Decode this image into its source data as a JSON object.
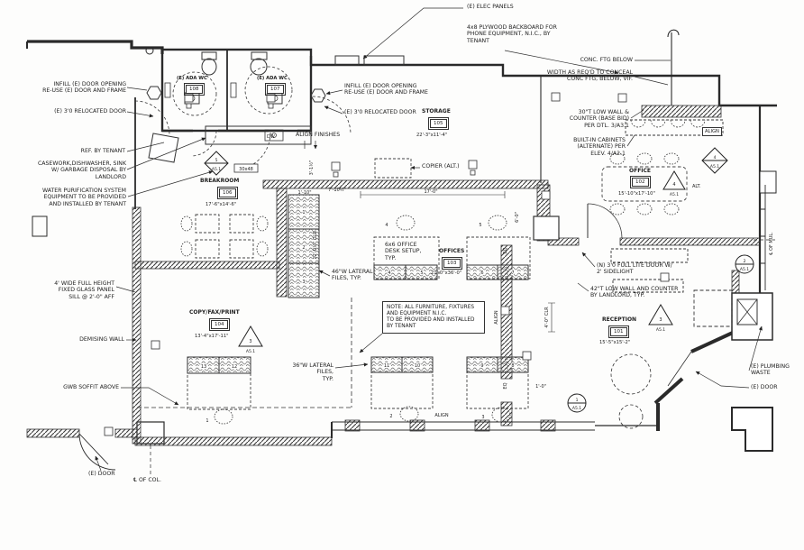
{
  "rooms": {
    "reception": {
      "name": "RECEPTION",
      "number": "101",
      "dims": "15'-5\"x15'-2\""
    },
    "office": {
      "name": "OFFICE",
      "number": "102",
      "dims": "15'-10\"x17'-10\""
    },
    "offices": {
      "name": "OFFICES",
      "number": "103",
      "dims": "21'-0\"x36'-0\""
    },
    "copy": {
      "name": "COPY/FAX/PRINT",
      "number": "104",
      "dims": "13'-4\"x17'-11\""
    },
    "storage": {
      "name": "STORAGE",
      "number": "105",
      "dims": "22'-3\"x11'-4\""
    },
    "breakroom": {
      "name": "BREAKROOM",
      "number": "106",
      "dims": "17'-6\"x14'-6\""
    },
    "wc_right": {
      "name": "(E) ADA WC",
      "number": "107"
    },
    "wc_left": {
      "name": "(E) ADA WC",
      "number": "108"
    }
  },
  "labels": {
    "elec_panels": "(E) ELEC PANELS",
    "plywood": "4x8 PLYWOOD BACKBOARD FOR\nPHONE EQUIPMENT, N.I.C., BY\nTENANT",
    "conc_ftg": "CONC. FTG BELOW",
    "width_reqd": "WIDTH AS REQ'D TO CONCEAL\nCONC FTG, BELOW, VIF.",
    "low_wall_30": "30\"T LOW WALL &\nCOUNTER (BASE BID)\nPER DTL. 3/A3.1",
    "builtin_cab": "BUILT-IN CABINETS\n(ALTERNATE) PER\nELEV. 4/A2.1",
    "infill_door": "INFILL (E) DOOR OPENING\nRE-USE (E) DOOR AND FRAME",
    "relocated_door": "(E) 3'0 RELOCATED DOOR",
    "ref_tenant": "REF. BY TENANT",
    "casework": "CASEWORK,DISHWASHER, SINK\nW/ GARBAGE DISPOSAL BY\nLANDLORD",
    "water_purification": "WATER PURIFICATION SYSTEM\nEQUIPMENT TO BE PROVIDED\nAND INSTALLED BY TENANT",
    "glass_panel": "4' WIDE FULL HEIGHT\nFIXED GLASS PANEL\nSILL @ 2'-0\" AFF",
    "demising_wall": "DEMISING WALL",
    "gwb_soffit": "GWB SOFFIT ABOVE",
    "e_door": "(E) DOOR",
    "cl_col": "℄ OF COL.",
    "cl_mul": "℄ OF MUL.",
    "align_finishes": "ALIGN FINISHES",
    "copier": "COPIER (ALT.)",
    "desk_setup": "6x6 OFFICE\nDESK SETUP,\nTYP.",
    "lateral_46": "46\"W LATERAL\nFILES, TYP.",
    "lateral_36": "36\"W LATERAL FILES,\nTYP.",
    "note": "NOTE: ALL FURNITURE, FIXTURES\nAND EQUIPMENT N.I.C.\nTO BE PROVIDED AND INSTALLED\nBY TENANT",
    "door_new": "(N) 3'0 FULL LITE DOOR W/\n2' SIDELIGHT",
    "low_wall_42": "42\"T LOW WALL AND COUNTER\nBY LANDLORD, TYP.",
    "plumbing_waste": "(E) PLUMBING\nWASTE",
    "align_box": "ALIGN"
  },
  "dims": {
    "w17": "17'-0\"",
    "w710": "7'-10½\"",
    "w110": "1'-10\"",
    "clr12": "12'-0½\" CLR",
    "h315": "3'-1½\"",
    "h60": "6'-0\"",
    "clr40": "4'-0\" CLR",
    "w10": "1'-0\"",
    "eq": "EQ",
    "align": "ALIGN"
  },
  "markers": {
    "copy_tri": {
      "num": "3",
      "sheet": "A5.1"
    },
    "reception_tri": {
      "num": "3",
      "sheet": "A5.1"
    },
    "office_tri": {
      "num": "4",
      "sheet": "A5.1"
    },
    "office_alt": "ALT.",
    "lobby_dia": {
      "num": "4",
      "sheet": "A5.1"
    },
    "break_dia": {
      "num": "5",
      "sheet": "A5.1"
    },
    "mull_cir": {
      "num": "2",
      "sheet": "A5.1"
    },
    "reception_cir": {
      "num": "1",
      "sheet": "A5.1"
    }
  },
  "furniture": {
    "cells": [
      "1",
      "2",
      "3",
      "4",
      "5",
      "6",
      "7",
      "8",
      "9",
      "10",
      "11",
      "12",
      "13"
    ],
    "seats": [
      "1",
      "2",
      "3",
      "4",
      "5"
    ],
    "table_size": "30x48",
    "dw": "DW"
  }
}
